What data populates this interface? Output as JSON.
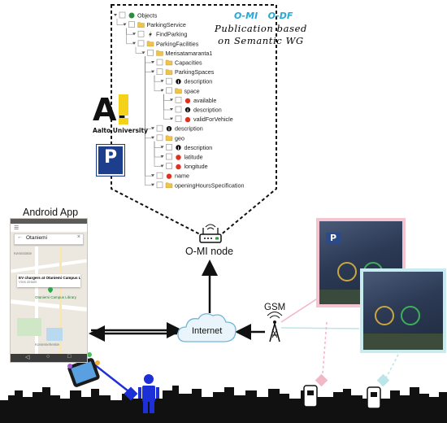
{
  "tree": {
    "nodes": [
      {
        "label": "Objects",
        "icon": "tree-icon",
        "level": 0
      },
      {
        "label": "ParkingService",
        "icon": "folder-icon",
        "level": 1
      },
      {
        "label": "FindParking",
        "icon": "lightning-icon",
        "level": 2
      },
      {
        "label": "ParkingFacilities",
        "icon": "folder-icon",
        "level": 2
      },
      {
        "label": "Merisatamaranta1",
        "icon": "folder-icon",
        "level": 3
      },
      {
        "label": "Capacities",
        "icon": "folder-icon",
        "level": 4
      },
      {
        "label": "ParkingSpaces",
        "icon": "folder-icon",
        "level": 4
      },
      {
        "label": "description",
        "icon": "info-icon",
        "level": 5
      },
      {
        "label": "space",
        "icon": "folder-icon",
        "level": 5
      },
      {
        "label": "available",
        "icon": "apple-icon",
        "level": 6
      },
      {
        "label": "description",
        "icon": "info-icon",
        "level": 6
      },
      {
        "label": "validForVehicle",
        "icon": "apple-icon",
        "level": 6
      },
      {
        "label": "description",
        "icon": "info-icon",
        "level": 4
      },
      {
        "label": "geo",
        "icon": "folder-icon",
        "level": 4
      },
      {
        "label": "description",
        "icon": "info-icon",
        "level": 5
      },
      {
        "label": "latitude",
        "icon": "apple-icon",
        "level": 5
      },
      {
        "label": "longitude",
        "icon": "apple-icon",
        "level": 5
      },
      {
        "label": "name",
        "icon": "apple-icon",
        "level": 4
      },
      {
        "label": "openingHoursSpecification",
        "icon": "folder-icon",
        "level": 4
      }
    ]
  },
  "header": {
    "omi_logo": "O-MI",
    "odf_logo": "O-DF",
    "publication_line1": "Publication based",
    "publication_line2": "on Semantic WG"
  },
  "aalto": {
    "logo_letters": "A!",
    "name": "Aalto University"
  },
  "parking_sign": {
    "letter": "P"
  },
  "android": {
    "title": "Android App",
    "search_value": "Otaniemi",
    "popup_title": "EV chargers at Otaniemi Campus Library",
    "popup_sub": "View details",
    "map_labels": [
      "Kemistintie",
      "Otaniemi Campus Library",
      "Konemiehentie"
    ]
  },
  "omi_node": {
    "label": "O-MI node"
  },
  "internet": {
    "label": "Internet"
  },
  "gsm": {
    "label": "GSM"
  },
  "colors": {
    "dashed_frame": "#111111",
    "arrow": "#111111",
    "user_link": "#1d2fd6",
    "pink_link": "#f2b8c6",
    "cyan_link": "#b9e6ea",
    "folder": "#f0c34a",
    "apple": "#e0301e"
  }
}
